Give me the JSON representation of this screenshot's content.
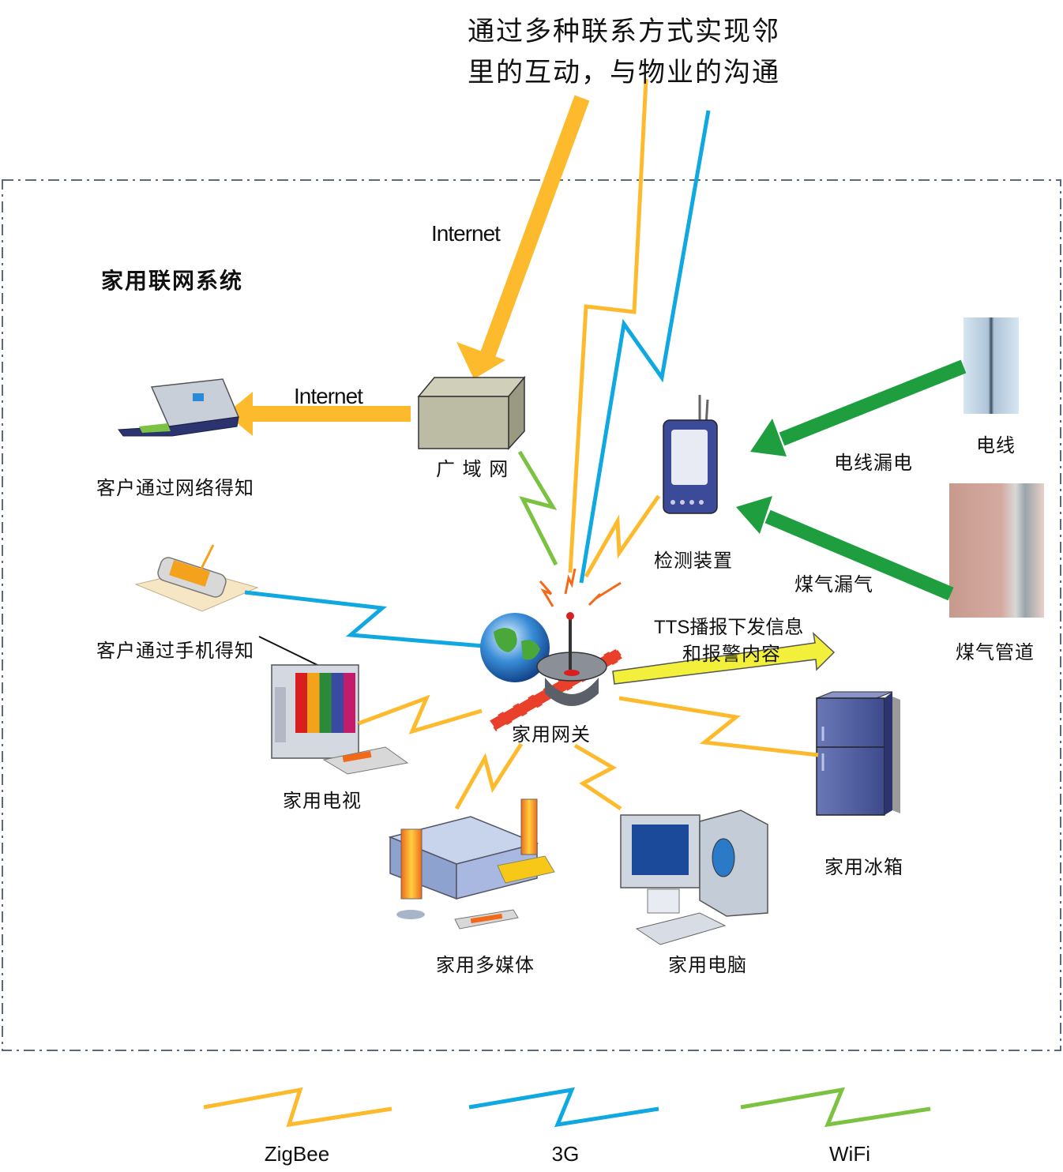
{
  "title": {
    "line1": "通过多种联系方式实现邻",
    "line2": "里的互动，与物业的沟通"
  },
  "system_label": "家用联网系统",
  "internet_labels": {
    "top": "Internet",
    "left": "Internet"
  },
  "nodes": {
    "wan": "广 域 网",
    "laptop_client": "客户通过网络得知",
    "phone_client": "客户通过手机得知",
    "detector": "检测装置",
    "wire": "电线",
    "gas_pipe": "煤气管道",
    "gateway": "家用网关",
    "tv": "家用电视",
    "multimedia": "家用多媒体",
    "pc": "家用电脑",
    "fridge": "家用冰箱"
  },
  "edge_labels": {
    "wire_leak": "电线漏电",
    "gas_leak": "煤气漏气",
    "tts_line1": "TTS播报下发信息",
    "tts_line2": "和报警内容"
  },
  "legend": [
    {
      "label": "ZigBee",
      "color": "#FDBA2C"
    },
    {
      "label": "3G",
      "color": "#10A8E0"
    },
    {
      "label": "WiFi",
      "color": "#7CC242"
    }
  ],
  "colors": {
    "zigbee": "#FDBA2C",
    "threeg": "#10A8E0",
    "wifi": "#7CC242",
    "alarm_arrow": "#1E9E3E",
    "tts_arrow": "#F2F03A",
    "internet_arrow": "#FDBA2C",
    "frame": "#5A6A7A"
  }
}
